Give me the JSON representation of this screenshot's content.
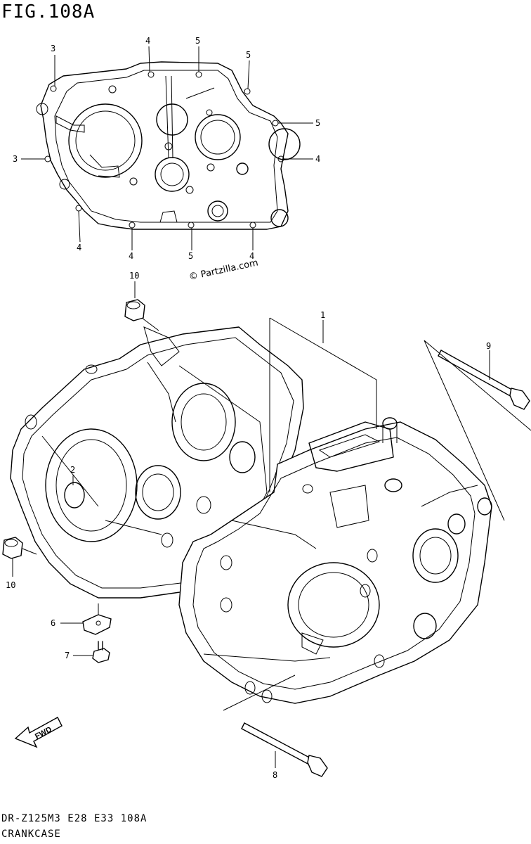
{
  "figure": {
    "title": "FIG.108A"
  },
  "watermark": "© Partzilla.com",
  "footer": {
    "code": "DR-Z125M3 E28 E33 108A",
    "name": "CRANKCASE"
  },
  "fwd_label": "FWD",
  "callouts": {
    "top_3a": "3",
    "top_4a": "4",
    "top_5a": "5",
    "top_5b": "5",
    "top_5c": "5",
    "top_3b": "3",
    "top_4b": "4",
    "top_4c": "4",
    "top_4d": "4",
    "top_5d": "5",
    "top_4e": "4",
    "p10a": "10",
    "p1": "1",
    "p9a": "9",
    "p2": "2",
    "p10b": "10",
    "p6": "6",
    "p7": "7",
    "p8": "8"
  }
}
